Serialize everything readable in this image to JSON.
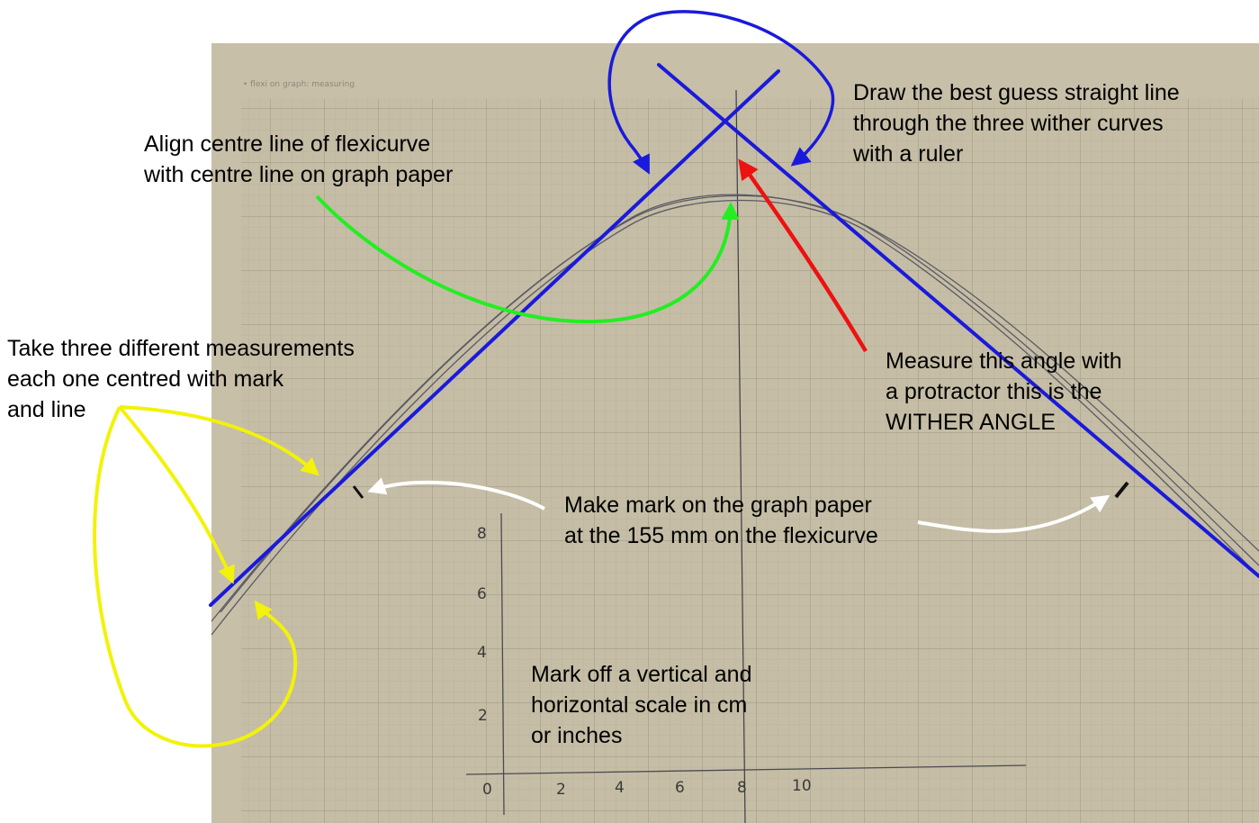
{
  "annotations": {
    "draw_line": [
      "Draw the best guess straight line",
      "through the three wither curves",
      "with a ruler"
    ],
    "align_centre": [
      "Align centre line of flexicurve",
      "with centre line on graph paper"
    ],
    "take_measurements": [
      "Take three different measurements",
      "each one centred with mark",
      "and line"
    ],
    "measure_angle": [
      "Measure this angle with",
      "a protractor this is the",
      "WITHER ANGLE"
    ],
    "make_mark": [
      "Make mark on the graph paper",
      "at the 155 mm on the flexicurve"
    ],
    "scale": [
      "Mark off a vertical and",
      "horizontal scale in cm",
      "or inches"
    ]
  },
  "paper_header": "• flexi on graph: measuring",
  "axis": {
    "x_ticks": [
      "0",
      "2",
      "4",
      "6",
      "8",
      "10"
    ],
    "y_ticks": [
      "8",
      "6",
      "4",
      "2"
    ]
  },
  "colors": {
    "paper": "#c5bda5",
    "grid": "#a9a48f",
    "pencil": "#5a5a64",
    "blue_line": "#1a1adb",
    "green_arrow": "#22ee22",
    "red_arrow": "#ee1111",
    "yellow_arrow": "#f2f20a",
    "white_arrow": "#ffffff"
  }
}
